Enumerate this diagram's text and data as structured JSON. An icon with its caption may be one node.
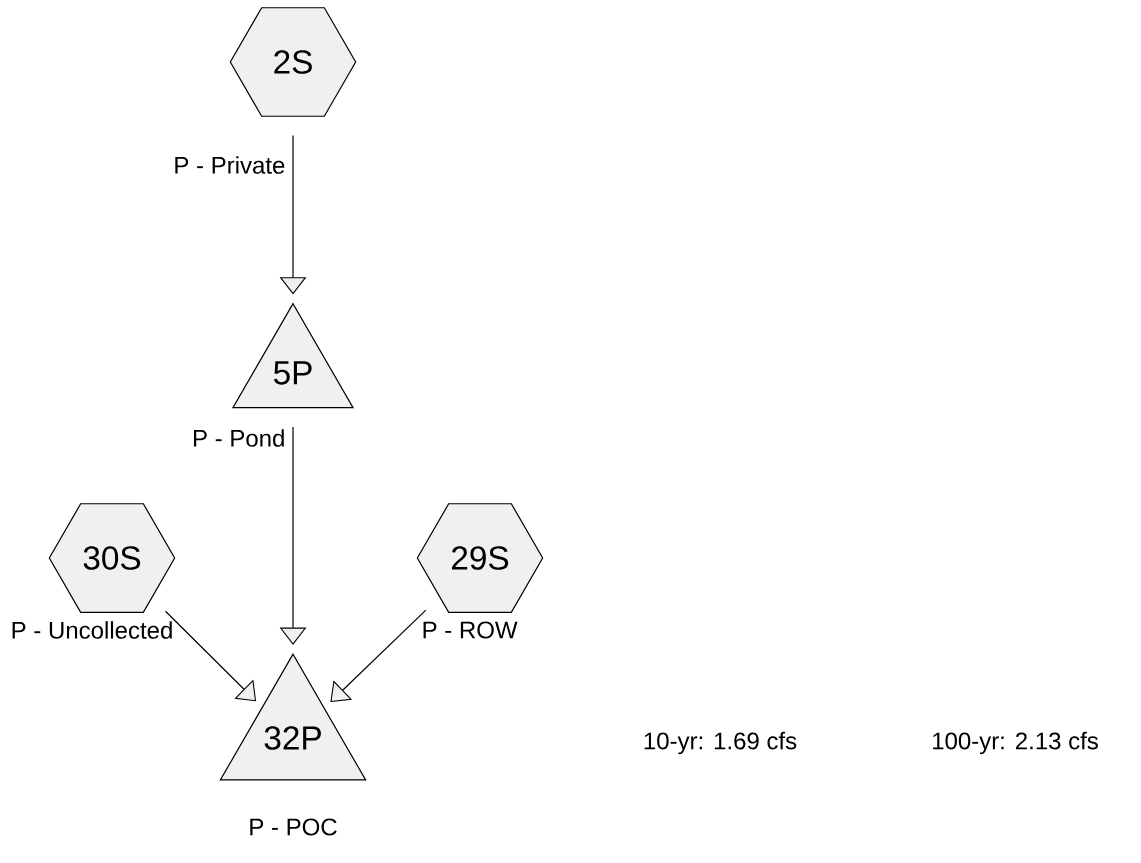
{
  "diagram": {
    "nodes": [
      {
        "text": [
          "2S"
        ],
        "beside": [
          "P - Private"
        ]
      },
      {
        "text": [
          "5P"
        ],
        "beside": [
          "P - Pond"
        ]
      },
      {
        "text": [
          "30S"
        ],
        "beside": [
          "P - Uncollected"
        ]
      },
      {
        "text": [
          "29S"
        ],
        "beside": [
          "P - ROW"
        ]
      },
      {
        "text": [
          "32P"
        ],
        "beside": [
          "P - POC"
        ]
      }
    ],
    "edges": [
      {
        "from": 0,
        "to": 1,
        "arrow": "to"
      },
      {
        "from": 1,
        "to": 4,
        "arrow": "to"
      },
      {
        "from": 2,
        "to": 4,
        "arrow": "to"
      },
      {
        "from": 3,
        "to": 4,
        "arrow": "to"
      }
    ],
    "labels": [
      "10-yr: 1.69 cfs",
      "100-yr: 2.13 cfs"
    ]
  }
}
